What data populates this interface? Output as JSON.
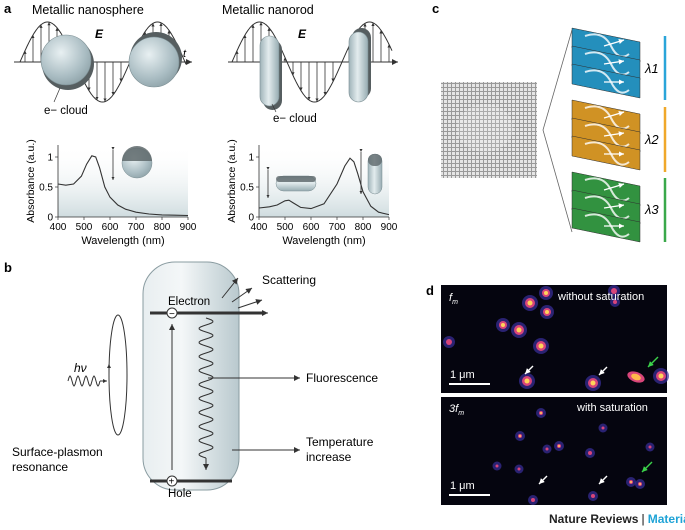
{
  "panel_a": {
    "label": "a",
    "left": {
      "title": "Metallic nanosphere",
      "field": "E",
      "time": "t",
      "cloud": "e− cloud",
      "chart_data": {
        "type": "line",
        "xlabel": "Wavelength (nm)",
        "ylabel": "Absorbance (a.u.)",
        "xlim": [
          400,
          900
        ],
        "ylim": [
          0,
          1.2
        ],
        "xticks": [
          "400",
          "500",
          "600",
          "700",
          "800",
          "900"
        ],
        "yticks": [
          "0",
          "0.5",
          "1"
        ],
        "x": [
          400,
          430,
          460,
          490,
          510,
          530,
          545,
          560,
          580,
          600,
          630,
          660,
          700,
          750,
          800,
          850,
          900
        ],
        "y": [
          0.55,
          0.53,
          0.55,
          0.68,
          0.88,
          1.02,
          1.0,
          0.82,
          0.5,
          0.33,
          0.2,
          0.13,
          0.08,
          0.05,
          0.035,
          0.03,
          0.025
        ]
      }
    },
    "right": {
      "title": "Metallic nanorod",
      "field": "E",
      "cloud": "e− cloud",
      "chart_data": {
        "type": "line",
        "xlabel": "Wavelength (nm)",
        "ylabel": "Absorbance (a.u.)",
        "xlim": [
          400,
          900
        ],
        "ylim": [
          0,
          1.2
        ],
        "xticks": [
          "400",
          "500",
          "600",
          "700",
          "800",
          "900"
        ],
        "yticks": [
          "0",
          "0.5",
          "1"
        ],
        "x": [
          400,
          440,
          470,
          500,
          515,
          530,
          560,
          600,
          650,
          700,
          730,
          750,
          765,
          780,
          800,
          830,
          860,
          900
        ],
        "y": [
          0.15,
          0.17,
          0.2,
          0.27,
          0.28,
          0.24,
          0.16,
          0.14,
          0.22,
          0.55,
          0.85,
          0.98,
          0.92,
          0.72,
          0.42,
          0.18,
          0.08,
          0.04
        ]
      }
    }
  },
  "panel_b": {
    "label": "b",
    "scattering": "Scattering",
    "electron": "Electron",
    "hole": "Hole",
    "photon": "hν",
    "fluorescence": "Fluorescence",
    "temperature": [
      "Temperature",
      "increase"
    ],
    "plasmon": [
      "Surface-plasmon",
      "resonance"
    ]
  },
  "panel_c": {
    "label": "c",
    "lambdas": [
      "λ1",
      "λ2",
      "λ3"
    ],
    "colors": [
      "#2aa5d9",
      "#f0a82a",
      "#3aa84a"
    ]
  },
  "panel_d": {
    "label": "d",
    "top": {
      "tag": "f",
      "tag_sub": "m",
      "title": "without saturation",
      "scale": "1 μm"
    },
    "bottom": {
      "tag": "3f",
      "tag_sub": "m",
      "title": "with saturation",
      "scale": "1 μm"
    }
  },
  "footer": {
    "brand": "Nature Reviews",
    "separator": "|",
    "section": "Materials",
    "accent": "#1fa3d6"
  }
}
